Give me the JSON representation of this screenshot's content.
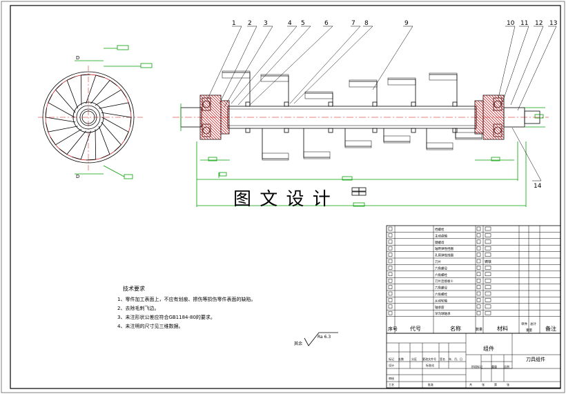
{
  "leaders": [
    "1",
    "2",
    "3",
    "4",
    "5",
    "6",
    "7",
    "8",
    "9",
    "10",
    "11",
    "12",
    "13",
    "14"
  ],
  "watermark": "图 文 设 计",
  "tech": {
    "title": "技术要求",
    "items": [
      "1、零件加工表面上，不应有划痕、擦伤等损伤零件表面的缺陷。",
      "2、去除毛刺飞边。",
      "3、未注形状公差应符合GB1184-80的要求。",
      "4、未注明的尺寸见三维数据。"
    ]
  },
  "roughness": {
    "prefix": "其余",
    "value": "Ra 6.3"
  },
  "bom": {
    "rows": [
      {
        "name": "挡螺栓",
        "mat": ""
      },
      {
        "name": "主动盘轴",
        "mat": ""
      },
      {
        "name": "键螺母",
        "mat": ""
      },
      {
        "name": "轴用弹性挡圈",
        "mat": ""
      },
      {
        "name": "孔用弹性挡圈",
        "mat": ""
      },
      {
        "name": "刀片",
        "mat": "铸铁"
      },
      {
        "name": "六角螺母",
        "mat": ""
      },
      {
        "name": "六角螺栓",
        "mat": ""
      },
      {
        "name": "刀片连接板①",
        "mat": ""
      },
      {
        "name": "六角螺母",
        "mat": ""
      },
      {
        "name": "六角螺栓",
        "mat": ""
      },
      {
        "name": "从动轮轴",
        "mat": ""
      },
      {
        "name": "轴承座",
        "mat": ""
      },
      {
        "name": "深沟球轴承",
        "mat": ""
      }
    ],
    "header": {
      "no": "序号",
      "code": "代号",
      "name": "名称",
      "qty": "数量",
      "material": "材料",
      "single": "单件",
      "total": "总计",
      "weight": "重量",
      "remark": "备注"
    }
  },
  "title_block": {
    "drawing_name": "组件",
    "part_name": "刀具组件",
    "labels": {
      "mark": "标记",
      "count": "处数",
      "zone": "分区",
      "doc": "更改文件号",
      "sign": "签名",
      "date": "年、月、日",
      "design": "设计",
      "standard": "标准化",
      "stage": "阶段标记",
      "weight": "重量",
      "scale": "比例",
      "review": "审核",
      "process": "工艺",
      "approve": "批准",
      "sheets": "共",
      "sheet_of": "张",
      "page": "第",
      "page_unit": "张"
    }
  },
  "colors": {
    "dim": "#00a000",
    "line": "#000000",
    "hatch": "#d00000"
  }
}
